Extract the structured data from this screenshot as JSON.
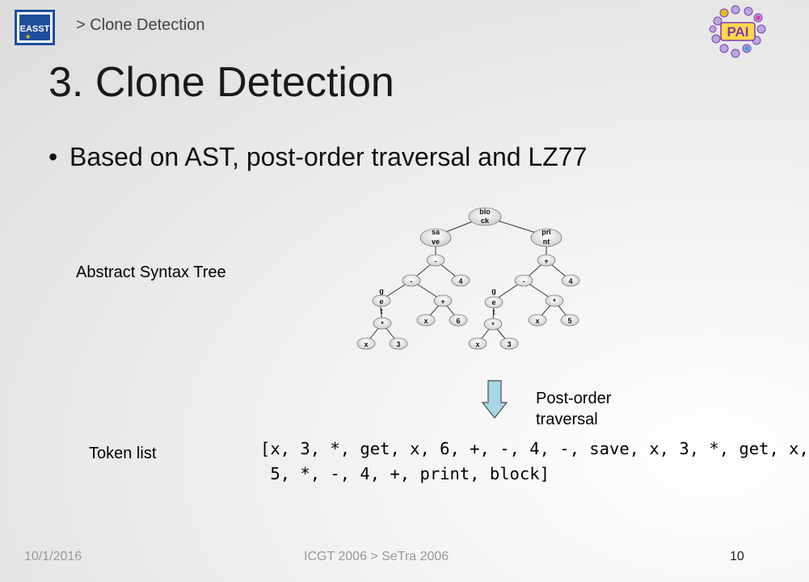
{
  "header": {
    "breadcrumb": "> Clone Detection",
    "logo_left_icon": "easst-logo",
    "logo_right_text": "PAI"
  },
  "slide": {
    "title": "3. Clone Detection",
    "bullet": "Based on AST, post-order traversal and LZ77",
    "ast_label": "Abstract Syntax Tree",
    "post_order_label": "Post-order traversal",
    "token_label": "Token list",
    "token_list_line1": "[x, 3, *, get, x, 6, +, -, 4, -, save, x, 3, *, get, x,",
    "token_list_line2": " 5, *, -, 4, +, print, block]",
    "arrow_icon": "down-arrow-icon"
  },
  "tree": {
    "root": [
      "blo",
      "ck"
    ],
    "save": [
      "sa",
      "ve"
    ],
    "print": [
      "pri",
      "nt"
    ],
    "left_minus": "-",
    "right_plus": "+",
    "left_inner_minus": "-",
    "left_four": "4",
    "right_inner_minus": "-",
    "right_four": "4",
    "left_get": [
      "g",
      "e",
      "t"
    ],
    "left_plus": "+",
    "right_get": [
      "g",
      "e",
      "t"
    ],
    "right_star": "*",
    "left_star": "*",
    "left_x6_x": "x",
    "left_x6_6": "6",
    "right_star_low": "*",
    "right_x5_x": "x",
    "right_x5_5": "5",
    "left_leaf_x": "x",
    "left_leaf_3": "3",
    "right_leaf_x": "x",
    "right_leaf_3": "3"
  },
  "footer": {
    "date": "10/1/2016",
    "center": "ICGT 2006 > SeTra 2006",
    "page": "10"
  },
  "colors": {
    "easst_blue": "#1f4e9a",
    "arrow_fill": "#a8d8e8",
    "pai_purple": "#7a3fb0"
  }
}
